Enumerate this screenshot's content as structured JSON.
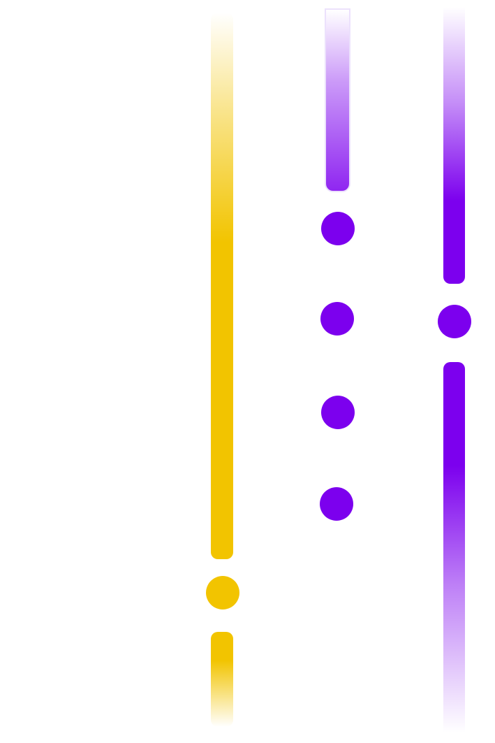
{
  "colors": {
    "yellow": "#f2c400",
    "purple": "#7c00ee",
    "background": "#ffffff"
  },
  "tracks": [
    {
      "name": "yellow-track",
      "color": "yellow",
      "elements": [
        "fading-bar",
        "dot",
        "fading-bar"
      ]
    },
    {
      "name": "middle-purple-track",
      "color": "purple",
      "elements": [
        "fading-bar",
        "dot",
        "dot",
        "dot",
        "dot"
      ]
    },
    {
      "name": "right-purple-track",
      "color": "purple",
      "elements": [
        "fading-bar",
        "dot",
        "fading-bar"
      ]
    }
  ]
}
